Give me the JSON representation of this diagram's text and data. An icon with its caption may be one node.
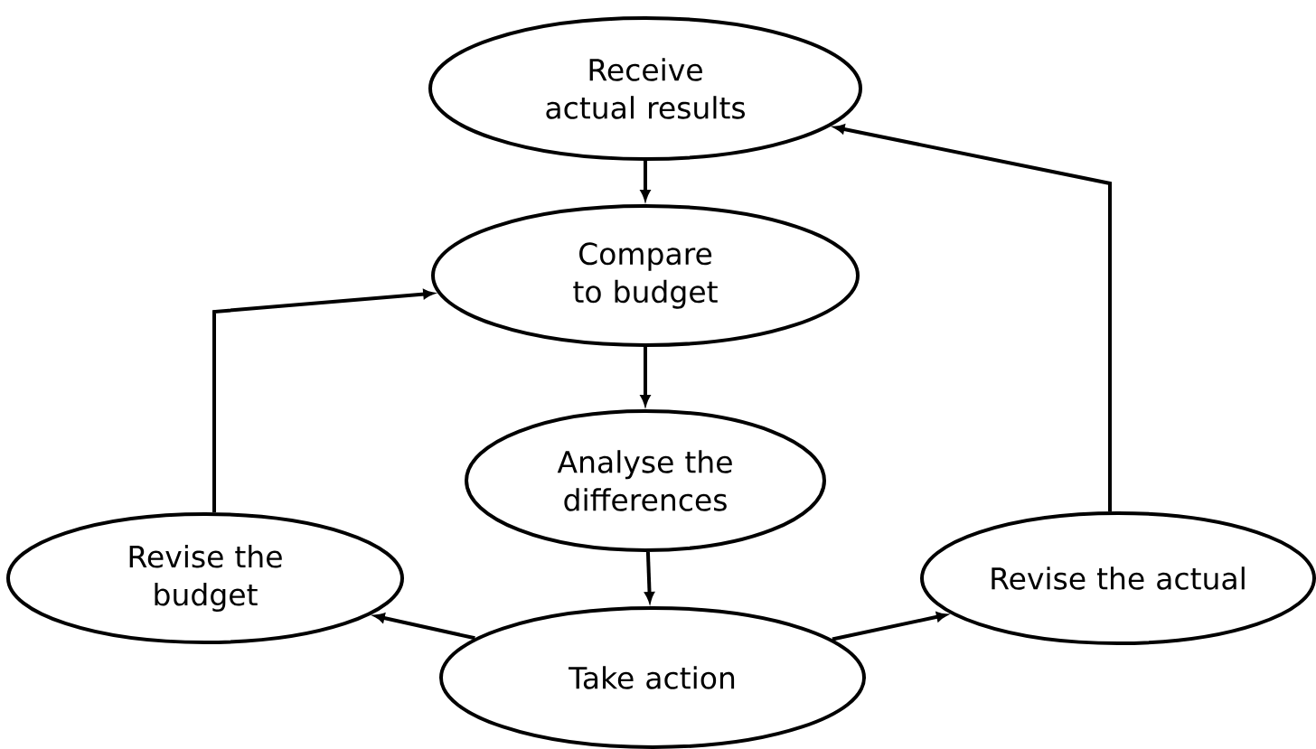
{
  "diagram": {
    "nodes": [
      {
        "text": [
          "Receive actual results"
        ]
      },
      {
        "text": [
          "Compare to budget"
        ]
      },
      {
        "text": [
          "Analyse the differences"
        ]
      },
      {
        "text": [
          "Revise the budget"
        ]
      },
      {
        "text": [
          "Take action"
        ]
      },
      {
        "text": [
          "Revise the actual"
        ]
      }
    ],
    "edges": [
      {
        "from": 0,
        "to": 1,
        "arrow": "to"
      },
      {
        "from": 1,
        "to": 2,
        "arrow": "to"
      },
      {
        "from": 2,
        "to": 4,
        "arrow": "to"
      },
      {
        "from": 4,
        "to": 3,
        "arrow": "to"
      },
      {
        "from": 4,
        "to": 5,
        "arrow": "to"
      },
      {
        "from": 3,
        "to": 1,
        "arrow": "to"
      },
      {
        "from": 5,
        "to": 0,
        "arrow": "to"
      }
    ]
  }
}
